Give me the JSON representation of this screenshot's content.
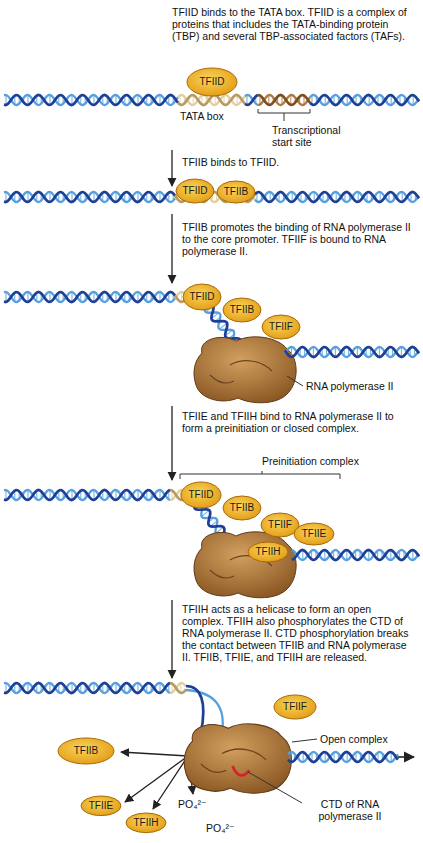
{
  "diagram": {
    "nodes": [
      {
        "text": [
          "TFIID"
        ]
      },
      {
        "text": [
          "TFIID"
        ]
      },
      {
        "text": [
          "TFIIB"
        ]
      },
      {
        "text": [
          "TFIID"
        ]
      },
      {
        "text": [
          "TFIIB"
        ]
      },
      {
        "text": [
          "TFIIF"
        ]
      },
      {
        "text": [
          "TFIID"
        ]
      },
      {
        "text": [
          "TFIIB"
        ]
      },
      {
        "text": [
          "TFIIF"
        ]
      },
      {
        "text": [
          "TFIIH"
        ]
      },
      {
        "text": [
          "TFIIE"
        ]
      },
      {
        "text": [
          "TFIIF"
        ]
      },
      {
        "text": [
          "TFIIB"
        ]
      },
      {
        "text": [
          "TFIIE"
        ]
      },
      {
        "text": [
          "TFIIH"
        ]
      }
    ],
    "labels": [
      "TFIID binds to the TATA box. TFIID is a complex of proteins that includes the TATA-binding protein (TBP) and several TBP-associated factors (TAFs).",
      "TATA box",
      "Transcriptional start site",
      "TFIIB binds to TFIID.",
      "TFIIB promotes the binding of RNA polymerase II to the core promoter. TFIIF is bound to RNA polymerase II.",
      "RNA polymerase II",
      "TFIIE and TFIIH bind to RNA polymerase II to form a preinitiation or closed complex.",
      "Preinitiation complex",
      "TFIIH acts as a helicase to form an open complex. TFIIH also phosphorylates the CTD of RNA polymerase II. CTD phosphorylation breaks the contact between TFIIB and RNA polymerase II. TFIIB, TFIIE, and TFIIH are released.",
      "Open complex",
      "PO₄²⁻",
      "CTD of RNA polymerase II",
      "PO₄²⁻"
    ]
  }
}
